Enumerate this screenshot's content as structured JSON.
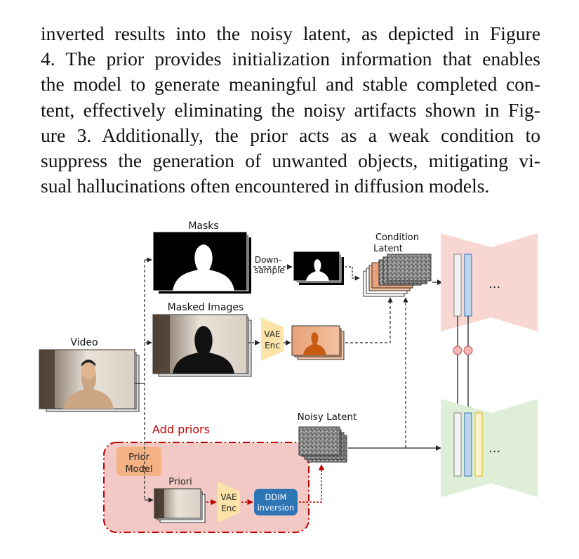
{
  "paragraph": {
    "lines": [
      "inverted results into the noisy latent, as depicted in Figure",
      "4. The prior provides initialization information that enables",
      "the model to generate meaningful and stable completed con-",
      "tent, effectively eliminating the noisy artifacts shown in Fig-",
      "ure 3.  Additionally, the prior acts as a weak condition to",
      "suppress the generation of unwanted objects, mitigating vi-",
      "sual hallucinations often encountered in diffusion models."
    ]
  },
  "figure": {
    "labels": {
      "masks": "Masks",
      "downsample_1": "Down-",
      "downsample_2": "sample",
      "condition_1": "Condition",
      "condition_2": "Latent",
      "masked_images": "Masked Images",
      "vae_top_1": "VAE",
      "vae_top_2": "Enc",
      "video": "Video",
      "noisy_latent": "Noisy Latent",
      "add_priors": "Add priors",
      "prior_model_1": "Prior",
      "prior_model_2": "Model",
      "priori": "Priori",
      "vae_bottom_1": "VAE",
      "vae_bottom_2": "Enc",
      "ddim_1": "DDIM",
      "ddim_2": "inversion",
      "ellipsis_top": "...",
      "ellipsis_bottom": "..."
    },
    "colors": {
      "vae": "#fce4a8",
      "ddim": "#2e75b6",
      "prior_box": "#f2c9c4",
      "prior_model": "#f4b183",
      "prior_border": "#c00000",
      "unet_top": "#f8d7d3",
      "unet_bottom": "#deeed7",
      "connector": "#f4b8b8",
      "bar_blue": "#bdd7ee",
      "bar_yellow": "#fff2cc"
    }
  }
}
